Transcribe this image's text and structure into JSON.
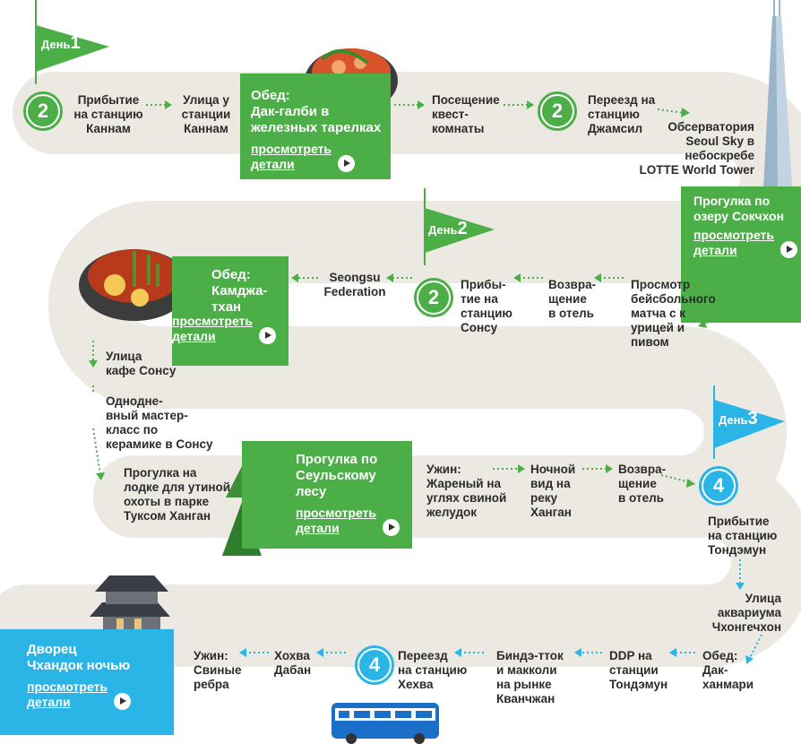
{
  "colors": {
    "path": "#ebe9e1",
    "green": "#4cae47",
    "blue": "#2ab5e6",
    "text": "#2b2b2b"
  },
  "day1": {
    "flag_text": "День",
    "flag_number": "1"
  },
  "day2": {
    "flag_text": "День",
    "flag_number": "2"
  },
  "day3": {
    "flag_text": "День",
    "flag_number": "3"
  },
  "more_label": "просмотреть\nдетали",
  "row1": {
    "gangnam_line": "2",
    "arrival_gangnam": "Прибытие\nна станцию\nКаннам",
    "gangnam_street": "Улица у\nстанции\nКаннам",
    "lunch": "Обед:\nДак-галби в\nжелезных тарелках",
    "quest_room": "Посещение\nквест-\nкомнаты",
    "jamsil_line": "2",
    "to_jamsil": "Переезд на\nстанцию\nДжамсил",
    "seoul_sky": "Обсерватория\nSeoul Sky в\nнебоскребе\nLOTTE World Tower"
  },
  "row2": {
    "seokchon_lake": "Прогулка по\nозеру Сокчхон",
    "baseball": "Просмотр\nбейсбольного\nматча с к\nурицей и\nпивом",
    "return_hotel": "Возвра-\nщение\nв отель",
    "seongsu_arrival": "Прибы-\nтие на\nстанцию\nСонсу",
    "seongsu_line": "2",
    "seongsu_federation": "Seongsu\nFederation",
    "lunch_gamjatang": "Обед:\nКамджа-\nтхан"
  },
  "left_column": {
    "cafe_street": "Улица\nкафе Сонсу",
    "pottery": "Однодне-\nвный мастер-\nкласс по\nкерамике в Сонсу",
    "duck_boat": "Прогулка на\nлодке для утиной\nохоты в парке\nТуксом Ханган"
  },
  "row3": {
    "seoul_forest": "Прогулка по\nСеульскому\nлесу",
    "dinner_pork": "Ужин:\nЖареный на\nуглях свиной\nжелудок",
    "night_view": "Ночной\nвид на\nреку\nХанган",
    "return_hotel": "Возвра-\nщение\nв отель"
  },
  "right_column": {
    "line4": "4",
    "arrival_dongdaemun": "Прибытие\nна станцию\nТондэмун",
    "aquarium_street": "Улица\nаквариума\nЧхонгечхон"
  },
  "row4": {
    "lunch_dakhanmari": "Обед:\nДак-\nханмари",
    "ddp": "DDP на\nстанции\nТондэмун",
    "bindaetteok": "Биндэ-тток\nи макколи\nна рынке\nКванчжан",
    "to_hyehwa": "Переезд\nна станцию\nХехва",
    "hyehwa_line": "4",
    "hohwa": "Хохва\nДабан",
    "dinner_ribs": "Ужин:\nСвиные\nребра",
    "changdeok": "Дворец\nЧхандок ночью"
  }
}
